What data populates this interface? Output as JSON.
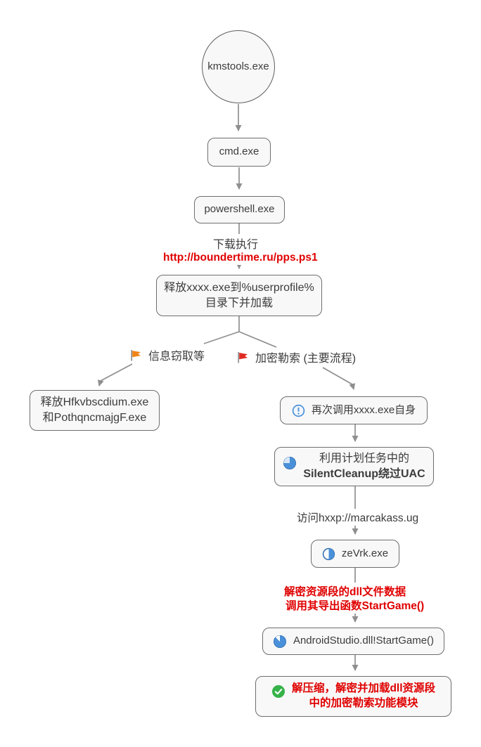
{
  "colors": {
    "box_fill": "#f8f8f8",
    "box_border": "#6e6e6e",
    "arrow_gray": "#8f8f8f",
    "text_dark": "#3c3c3c",
    "alert_red": "#e00000",
    "icon_blue": "#4a90d9",
    "icon_green": "#35b24a",
    "flag_orange": "#f08418",
    "flag_red": "#e02b24"
  },
  "flow": {
    "start": {
      "label": "kmstools.exe"
    },
    "cmd": {
      "label": "cmd.exe"
    },
    "powershell": {
      "label": "powershell.exe"
    },
    "download_edge": {
      "action": "下载执行",
      "url": "http://boundertime.ru/pps.ps1"
    },
    "drop_box": {
      "line1": "释放xxxx.exe到%userprofile%",
      "line2": "目录下并加载"
    },
    "branch_info": {
      "label": "信息窃取等",
      "icon": "orange-flag-icon"
    },
    "branch_ransom": {
      "label": "加密勒索 (主要流程)",
      "icon": "red-flag-icon"
    },
    "info_box": {
      "line1": "释放Hfkvbscdium.exe",
      "line2": "和PothqncmajgF.exe"
    },
    "recall_box": {
      "label": "再次调用xxxx.exe自身",
      "icon": "alert-circle-icon"
    },
    "uac_box": {
      "line1": "利用计划任务中的",
      "line2": "SilentCleanup绕过UAC",
      "icon": "pie-quarter-icon"
    },
    "visit_edge": {
      "label": "访问hxxp://marcakass.ug"
    },
    "zevrk_box": {
      "label": "zeVrk.exe",
      "icon": "half-circle-icon"
    },
    "decrypt_edge": {
      "line1": "解密资源段的dll文件数据",
      "line2": "调用其导出函数StartGame()"
    },
    "dll_box": {
      "label": "AndroidStudio.dll!StartGame()",
      "icon": "pie-full-icon"
    },
    "final_box": {
      "line1": "解压缩，解密并加载dll资源段",
      "line2": "中的加密勒索功能模块",
      "icon": "check-circle-icon"
    }
  }
}
